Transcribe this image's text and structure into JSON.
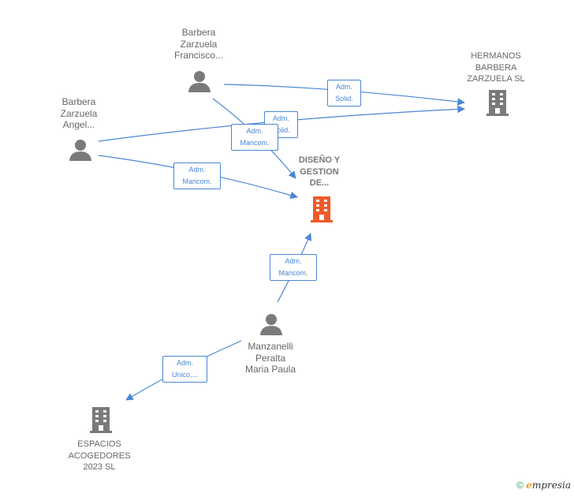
{
  "colors": {
    "edge": "#4a86d4",
    "person": "#7a7a7a",
    "company": "#7a7a7a",
    "focus_company": "#f05a28"
  },
  "nodes": {
    "barbera_francisco": {
      "lines": [
        "Barbera",
        "Zarzuela",
        "Francisco..."
      ],
      "icon": "person-icon"
    },
    "barbera_angel": {
      "lines": [
        "Barbera",
        "Zarzuela",
        "Angel..."
      ],
      "icon": "person-icon"
    },
    "hermanos_barbera": {
      "lines": [
        "HERMANOS",
        "BARBERA",
        "ZARZUELA  SL"
      ],
      "icon": "building-icon"
    },
    "diseno_gestion": {
      "lines": [
        "DISEÑO Y",
        "GESTION",
        "DE..."
      ],
      "icon": "building-icon"
    },
    "manzanelli": {
      "lines": [
        "Manzanelli",
        "Peralta",
        "Maria Paula"
      ],
      "icon": "person-icon"
    },
    "espacios": {
      "lines": [
        "ESPACIOS",
        "ACOGEDORES",
        "2023  SL"
      ],
      "icon": "building-icon"
    }
  },
  "edges": [
    {
      "from": "barbera_francisco",
      "to": "hermanos_barbera",
      "label": [
        "Adm.",
        "Solid."
      ]
    },
    {
      "from": "barbera_angel",
      "to": "hermanos_barbera",
      "label": [
        "Adm.",
        "Solid."
      ]
    },
    {
      "from": "barbera_francisco",
      "to": "diseno_gestion",
      "label": [
        "Adm.",
        "Mancom."
      ]
    },
    {
      "from": "barbera_angel",
      "to": "diseno_gestion",
      "label": [
        "Adm.",
        "Mancom."
      ]
    },
    {
      "from": "manzanelli",
      "to": "diseno_gestion",
      "label": [
        "Adm.",
        "Mancom."
      ]
    },
    {
      "from": "manzanelli",
      "to": "espacios",
      "label": [
        "Adm.",
        "Unico,..."
      ]
    }
  ],
  "footer": {
    "copyright": "©",
    "brand_first": "e",
    "brand_rest": "mpresia"
  }
}
